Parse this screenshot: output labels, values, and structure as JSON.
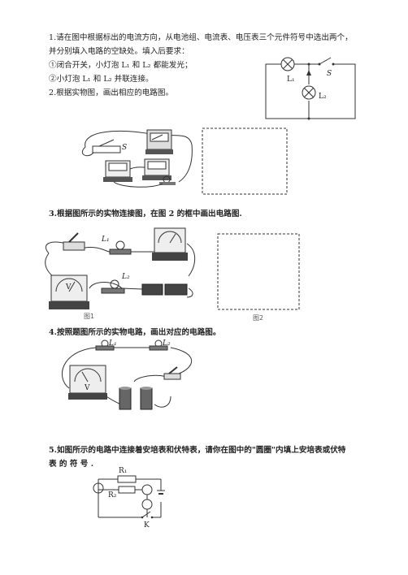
{
  "q1": {
    "line1": "1.请在图中根据标出的电流方向，从电池组、电流表、电压表三个元件符号中选出两个，",
    "line2": "并分别填入电路的空缺处。填入后要求：",
    "req1": "①闭合开关，小灯泡 L₁ 和 L₂ 都能发光；",
    "req2": "②小灯泡 L₁ 和 L₂ 并联连接。",
    "label_L1": "L₁",
    "label_L2": "L₂",
    "label_S": "S"
  },
  "q2": {
    "text": "2.根据实物图，画出相应的电路图。",
    "label_S": "S"
  },
  "q3": {
    "text": "3.根据图所示的实物连接图，在图 2 的框中画出电路图.",
    "label_L1": "L₁",
    "label_L2": "L₂",
    "fig1": "图1",
    "fig2": "图2"
  },
  "q4": {
    "text": "4.按照题图所示的实物电路，画出对应的电路图。",
    "label_L1": "L₁",
    "label_L2": "L₂"
  },
  "q5": {
    "line1": "5.如图所示的电路中连接着安培表和伏特表，请你在图中的\"圆圈\"内填上安培表或伏特",
    "line2": "表 的 符 号 .",
    "label_R1": "R₁",
    "label_R2": "R₂",
    "label_K": "K"
  }
}
